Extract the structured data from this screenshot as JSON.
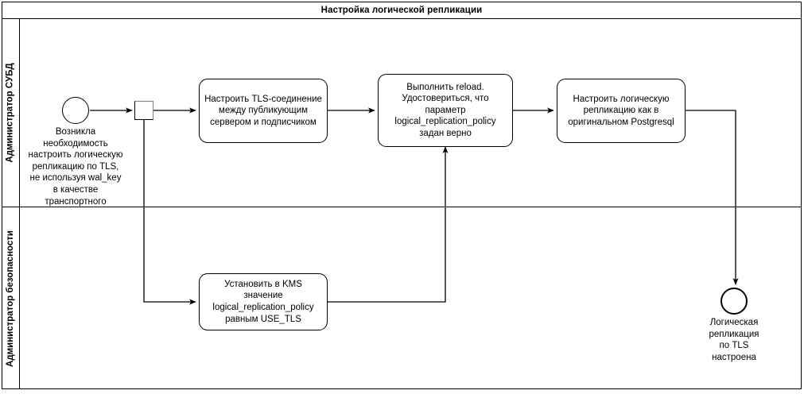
{
  "diagram": {
    "type": "bpmn-flowchart",
    "title": "Настройка логической репликации",
    "lanes": [
      {
        "id": "lane-dba",
        "label": "Администратор СУБД"
      },
      {
        "id": "lane-security",
        "label": "Администратор безопасности"
      }
    ],
    "nodes": {
      "start_event": {
        "kind": "start-event",
        "label": "Возникла\nнеобходимость\nнастроить логическую\nрепликацию по TLS,\nне используя wal_key\nв качестве\nтранспортного"
      },
      "gateway": {
        "kind": "gateway",
        "label": ""
      },
      "task_tls": {
        "kind": "task",
        "label": "Настроить TLS-соединение\nмежду публикующим\nсервером и подписчиком"
      },
      "task_reload": {
        "kind": "task",
        "label": "Выполнить reload.\nУдостовериться, что\nпараметр\nlogical_replication_policy\nзадан верно"
      },
      "task_replication": {
        "kind": "task",
        "label": "Настроить логическую\nрепликацию как в\nоригинальном Postgresql"
      },
      "task_kms": {
        "kind": "task",
        "label": "Установить в KMS\nзначение\nlogical_replication_policy\nравным USE_TLS"
      },
      "end_event": {
        "kind": "end-event",
        "label": "Логическая\nрепликация\nпо TLS\nнастроена"
      }
    },
    "colors": {
      "stroke": "#000000",
      "fill": "#ffffff",
      "gateway_highlight": "#808080"
    }
  }
}
